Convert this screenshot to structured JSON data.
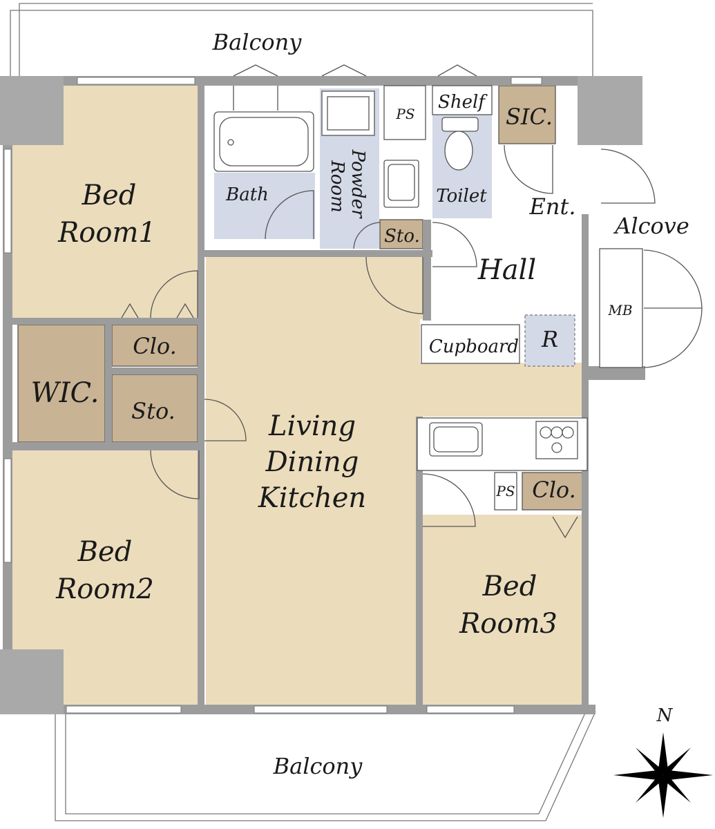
{
  "labels": {
    "balcony_north": "Balcony",
    "balcony_south": "Balcony",
    "bedroom1_line1": "Bed",
    "bedroom1_line2": "Room1",
    "bedroom2_line1": "Bed",
    "bedroom2_line2": "Room2",
    "bedroom3_line1": "Bed",
    "bedroom3_line2": "Room3",
    "ldk_line1": "Living",
    "ldk_line2": "Dining",
    "ldk_line3": "Kitchen",
    "bath": "Bath",
    "powder_line1": "Powder",
    "powder_line2": "Room",
    "ps_top": "PS",
    "ps_kitchen": "PS",
    "shelf": "Shelf",
    "toilet": "Toilet",
    "sic": "SIC.",
    "entrance": "Ent.",
    "alcove": "Alcove",
    "hall": "Hall",
    "mb": "MB",
    "cupboard": "Cupboard",
    "refrigerator": "R",
    "wic": "WIC.",
    "clo_bed1": "Clo.",
    "sto_bed2": "Sto.",
    "sto_powder": "Sto.",
    "clo_bed3": "Clo.",
    "compass_north": "N"
  },
  "colors": {
    "room_fill": "#ebdcbc",
    "storage_fill": "#c8b394",
    "wet_area_fill": "#d3d9e6",
    "wall": "#999999",
    "column": "#a9a9a9"
  }
}
